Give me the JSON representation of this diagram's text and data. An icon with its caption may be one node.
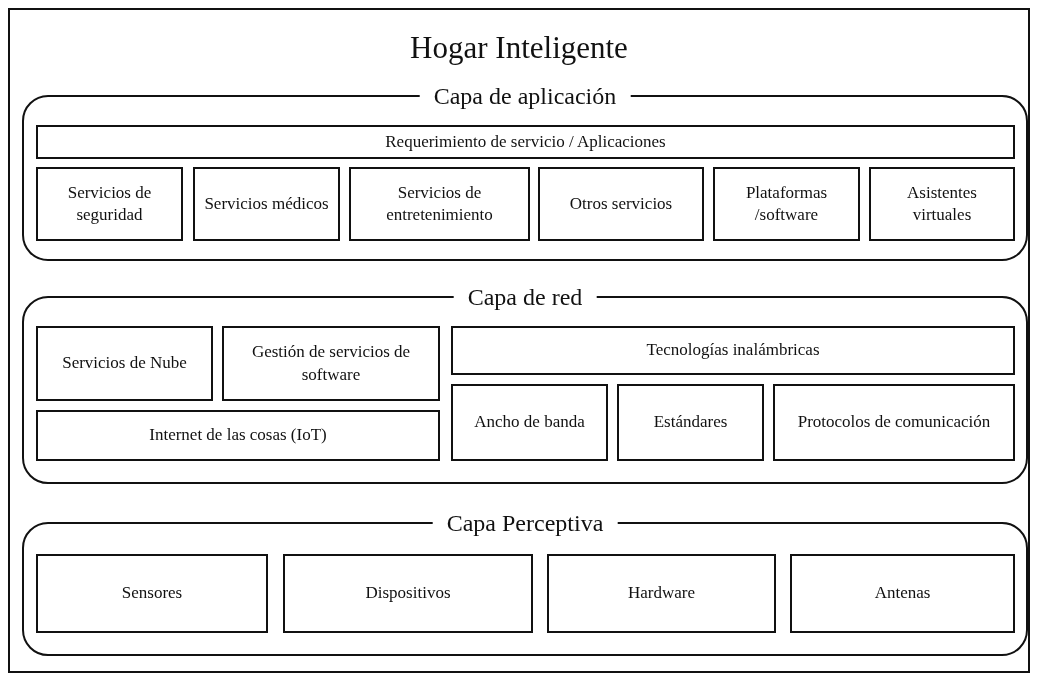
{
  "diagram": {
    "nodes": [
      {
        "text": [
          "Hogar Inteligente"
        ]
      },
      {
        "text": [
          "Capa de aplicación"
        ],
        "in": 0
      },
      {
        "text": [
          "Requerimiento de servicio / Aplicaciones"
        ],
        "in": 1
      },
      {
        "text": [
          "Servicios de seguridad"
        ],
        "in": 1
      },
      {
        "text": [
          "Servicios médicos"
        ],
        "in": 1
      },
      {
        "text": [
          "Servicios de entretenimiento"
        ],
        "in": 1
      },
      {
        "text": [
          "Otros servicios"
        ],
        "in": 1
      },
      {
        "text": [
          "Plataformas /software"
        ],
        "in": 1
      },
      {
        "text": [
          "Asistentes virtuales"
        ],
        "in": 1
      },
      {
        "text": [
          "Capa de red"
        ],
        "in": 0
      },
      {
        "text": [
          "Servicios de Nube"
        ],
        "in": 9
      },
      {
        "text": [
          "Gestión de servicios de software"
        ],
        "in": 9
      },
      {
        "text": [
          "Tecnologías inalámbricas"
        ],
        "in": 9
      },
      {
        "text": [
          "Internet de las cosas (IoT)"
        ],
        "in": 9
      },
      {
        "text": [
          "Ancho de banda"
        ],
        "in": 9
      },
      {
        "text": [
          "Estándares"
        ],
        "in": 9
      },
      {
        "text": [
          "Protocolos de comunicación"
        ],
        "in": 9
      },
      {
        "text": [
          "Capa Perceptiva"
        ],
        "in": 0
      },
      {
        "text": [
          "Sensores"
        ],
        "in": 17
      },
      {
        "text": [
          "Dispositivos"
        ],
        "in": 17
      },
      {
        "text": [
          "Hardware"
        ],
        "in": 17
      },
      {
        "text": [
          "Antenas"
        ],
        "in": 17
      }
    ],
    "edges": []
  }
}
